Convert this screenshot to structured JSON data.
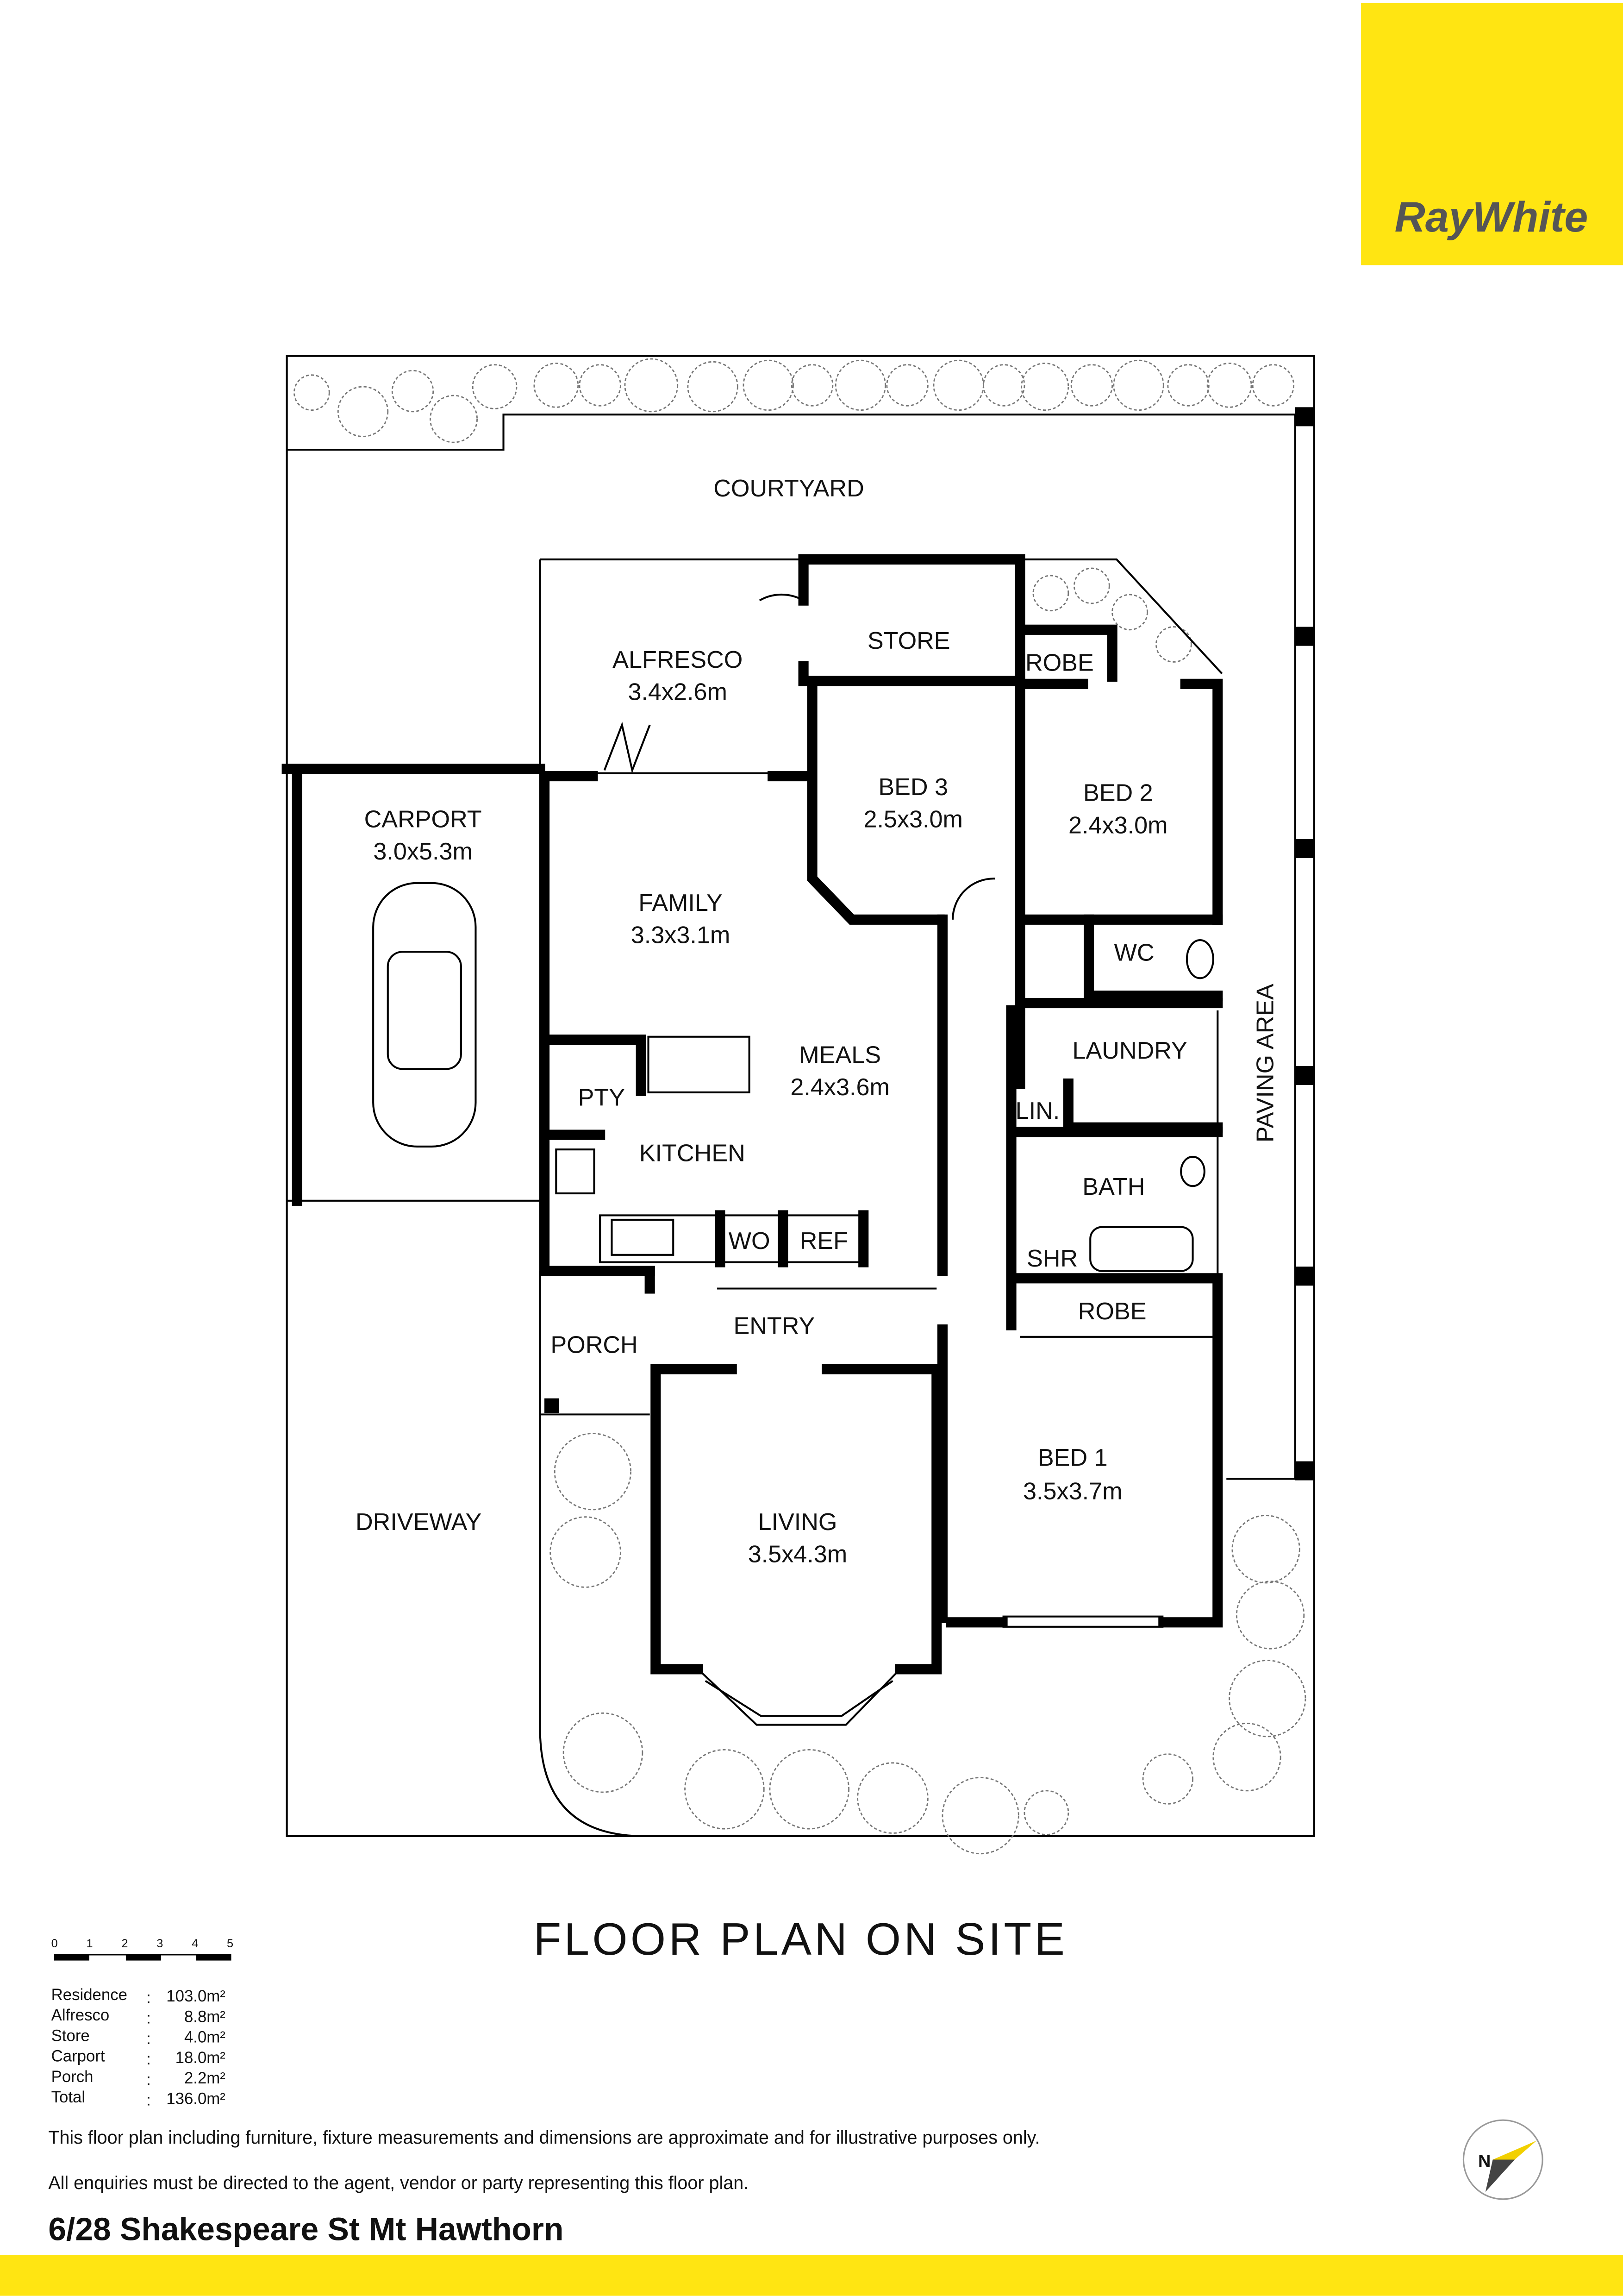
{
  "brand": {
    "name": "RayWhite",
    "color": "#FFE512",
    "text_color": "#555555"
  },
  "plan": {
    "title": "FLOOR PLAN ON SITE",
    "rooms": {
      "courtyard": "COURTYARD",
      "alfresco": {
        "name": "ALFRESCO",
        "size": "3.4x2.6m"
      },
      "store": "STORE",
      "robe_top": "ROBE",
      "bed3": {
        "name": "BED 3",
        "size": "2.5x3.0m"
      },
      "bed2": {
        "name": "BED 2",
        "size": "2.4x3.0m"
      },
      "carport": {
        "name": "CARPORT",
        "size": "3.0x5.3m"
      },
      "family": {
        "name": "FAMILY",
        "size": "3.3x3.1m"
      },
      "meals": {
        "name": "MEALS",
        "size": "2.4x3.6m"
      },
      "wc": "WC",
      "laundry": "LAUNDRY",
      "pty": "PTY",
      "lin": "LIN.",
      "kitchen": "KITCHEN",
      "bath": "BATH",
      "shr": "SHR",
      "wo": "WO",
      "ref": "REF",
      "robe_bottom": "ROBE",
      "entry": "ENTRY",
      "porch": "PORCH",
      "bed1": {
        "name": "BED 1",
        "size": "3.5x3.7m"
      },
      "driveway": "DRIVEWAY",
      "living": {
        "name": "LIVING",
        "size": "3.5x4.3m"
      },
      "paving": "PAVING AREA"
    }
  },
  "scale_bar": {
    "ticks": [
      "0",
      "1",
      "2",
      "3",
      "4",
      "5"
    ]
  },
  "areas": [
    {
      "label": "Residence",
      "value": "103.0m²"
    },
    {
      "label": "Alfresco",
      "value": "8.8m²"
    },
    {
      "label": "Store",
      "value": "4.0m²"
    },
    {
      "label": "Carport",
      "value": "18.0m²"
    },
    {
      "label": "Porch",
      "value": "2.2m²"
    },
    {
      "label": "Total",
      "value": "136.0m²"
    }
  ],
  "separator": ":",
  "disclaimer": "This floor plan including furniture, fixture measurements and dimensions are approximate and for illustrative purposes only.",
  "enquiries": "All enquiries must be directed to the agent, vendor or party representing this floor plan.",
  "address": "6/28 Shakespeare St Mt Hawthorn",
  "compass": {
    "label": "N"
  }
}
